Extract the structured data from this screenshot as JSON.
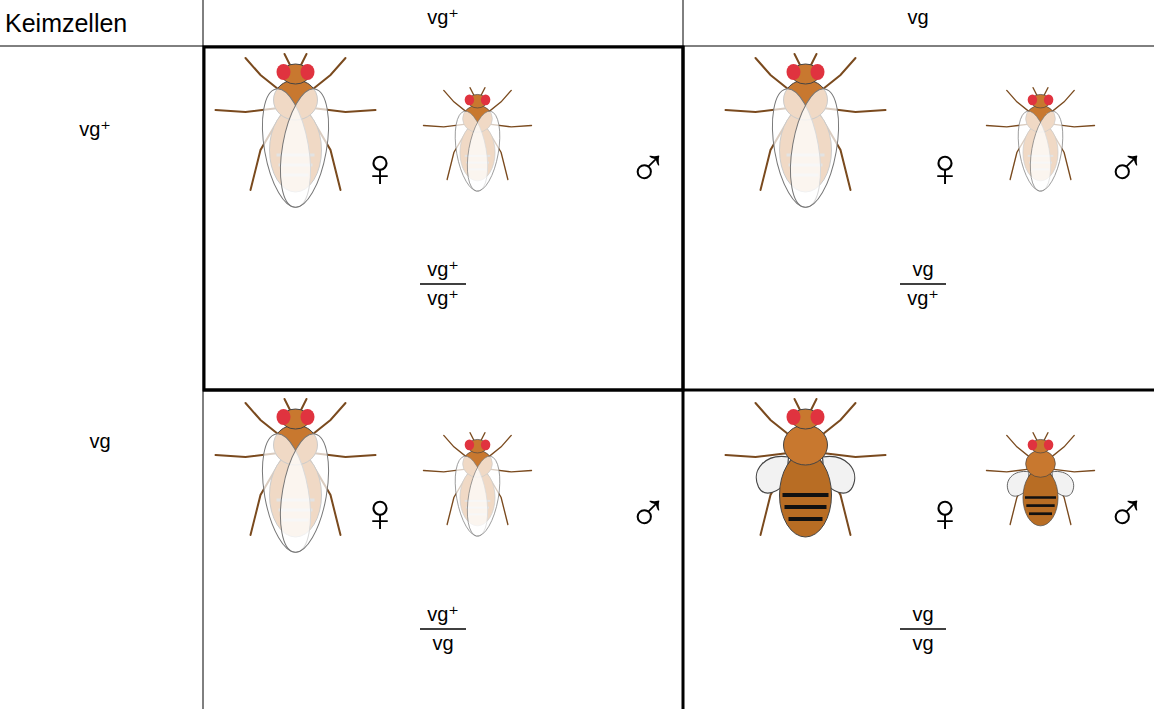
{
  "diagram": {
    "labels": [
      "Keimzellen",
      "vg⁺",
      "vg",
      "vg⁺",
      "♀",
      "♂",
      "vg⁺",
      "vg⁺",
      "♀",
      "♂",
      "vg",
      "vg⁺",
      "vg",
      "♀",
      "♂",
      "vg⁺",
      "vg",
      "♀",
      "♂",
      "vg",
      "vg"
    ]
  }
}
